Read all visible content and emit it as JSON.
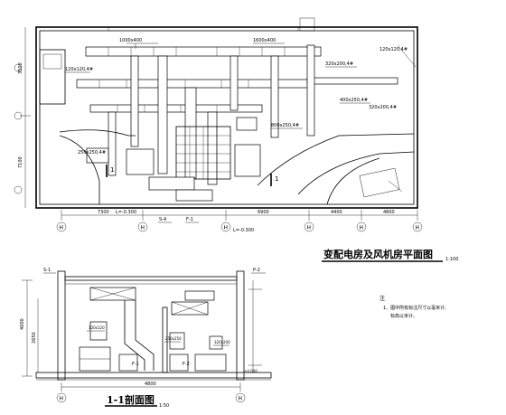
{
  "titles": {
    "plan_title": "变配电房及风机房平面图",
    "plan_scale": "1:100",
    "section_title": "1-1剖面图",
    "section_scale": "1:50"
  },
  "notes": {
    "heading": "注",
    "line1": "1、图中所有标注尺寸以毫米计,",
    "line2": "标高以米计。"
  },
  "plan": {
    "grid_axes": [
      "H",
      "H",
      "H",
      "H",
      "H",
      "H"
    ],
    "dimensions": [
      "7300",
      "4400",
      "4800",
      "6900"
    ],
    "left_dims": [
      "3500",
      "7100"
    ],
    "duct_labels": [
      "1000x400",
      "1600x400",
      "120x120,4#",
      "400x250,4#",
      "800x250,4#",
      "250x250,4#",
      "320x200,4#"
    ],
    "section_marks": [
      "S-4",
      "F-1",
      "1",
      "1"
    ],
    "elevations": [
      "L=-0.300",
      "L=-0.300"
    ]
  },
  "section": {
    "marks": [
      "S-1",
      "P-2"
    ],
    "grid_axes": [
      "H",
      "H"
    ],
    "dims": [
      "4800",
      "2650",
      "4000"
    ],
    "equipment": [
      "F-1",
      "F-2"
    ]
  }
}
